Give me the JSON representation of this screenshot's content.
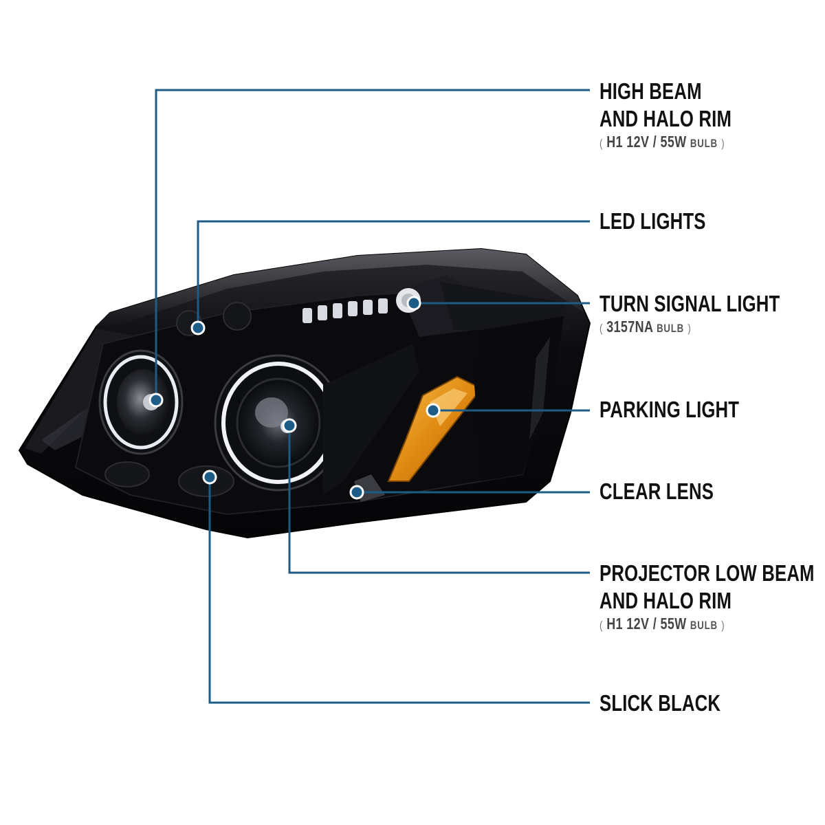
{
  "colors": {
    "callout_line": "#1d5c86",
    "callout_dot": "#1d5c86",
    "label_text": "#111111",
    "housing": "#0a0a0c",
    "amber": "#e69a1c"
  },
  "image": {
    "subject": "projector headlight"
  },
  "callouts": [
    {
      "id": "high-beam",
      "lines": [
        "HIGH BEAM",
        "AND HALO RIM"
      ],
      "spec": {
        "open": "(",
        "bulb": "H1",
        "voltage": "12V / 55W",
        "unit": "BULB",
        "close": ")"
      }
    },
    {
      "id": "led-lights",
      "lines": [
        "LED LIGHTS"
      ]
    },
    {
      "id": "turn-signal",
      "lines": [
        "TURN SIGNAL LIGHT"
      ],
      "spec": {
        "open": "(",
        "bulb": "3157NA",
        "voltage": "",
        "unit": "BULB",
        "close": ")"
      }
    },
    {
      "id": "parking-light",
      "lines": [
        "PARKING LIGHT"
      ]
    },
    {
      "id": "clear-lens",
      "lines": [
        "CLEAR LENS"
      ]
    },
    {
      "id": "projector-low-beam",
      "lines": [
        "PROJECTOR LOW BEAM",
        "AND HALO RIM"
      ],
      "spec": {
        "open": "(",
        "bulb": "H1",
        "voltage": "12V / 55W",
        "unit": "BULB",
        "close": ")"
      }
    },
    {
      "id": "slick-black",
      "lines": [
        "SLICK BLACK"
      ]
    }
  ]
}
